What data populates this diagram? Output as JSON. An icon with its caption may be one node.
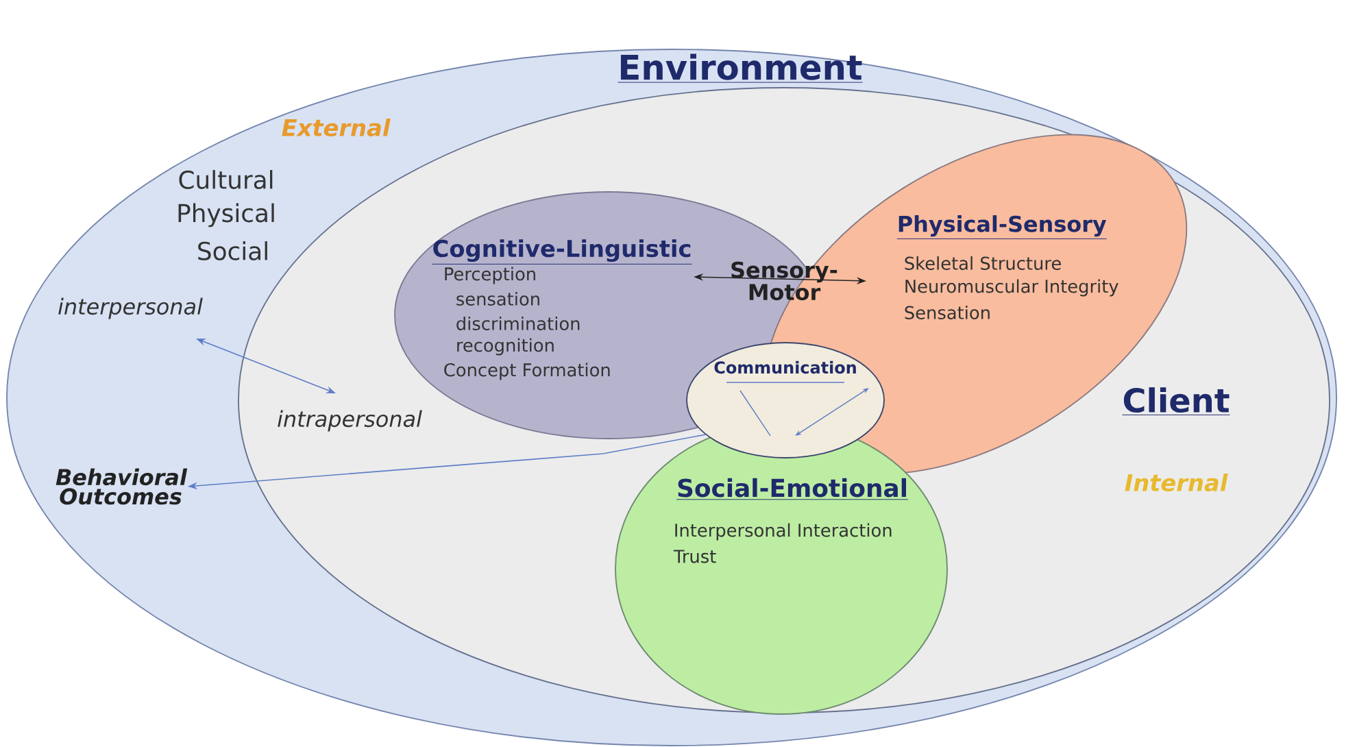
{
  "diagram": {
    "nodes": [
      {
        "text": [
          "Environment",
          "External",
          "Cultural",
          "Physical",
          "Social"
        ]
      },
      {
        "text": [
          "Client",
          "Internal"
        ],
        "in": 0
      },
      {
        "text": [
          "Cognitive-Linguistic",
          "Perception",
          "sensation",
          "discrimination",
          "recognition",
          "Concept Formation"
        ],
        "in": 1
      },
      {
        "text": [
          "Physical-Sensory",
          "Skeletal Structure",
          "Neuromuscular Integrity",
          "Sensation"
        ],
        "in": 1
      },
      {
        "text": [
          "Social-Emotional",
          "Interpersonal Interaction",
          "Trust"
        ],
        "in": 1
      },
      {
        "text": [
          "Communication"
        ],
        "in": 1
      },
      {
        "text": [
          "interpersonal"
        ],
        "in": 0
      },
      {
        "text": [
          "intrapersonal"
        ],
        "in": 1
      },
      {
        "text": [
          "Behavioral Outcomes"
        ],
        "in": 0
      }
    ],
    "edges": [
      {
        "from": 2,
        "to": 3,
        "arrow": "both",
        "label": "Sensory- Motor",
        "color": "#222222"
      },
      {
        "from": 6,
        "to": 7,
        "arrow": "both"
      },
      {
        "from": 5,
        "to": 8,
        "arrow": "to"
      }
    ]
  }
}
